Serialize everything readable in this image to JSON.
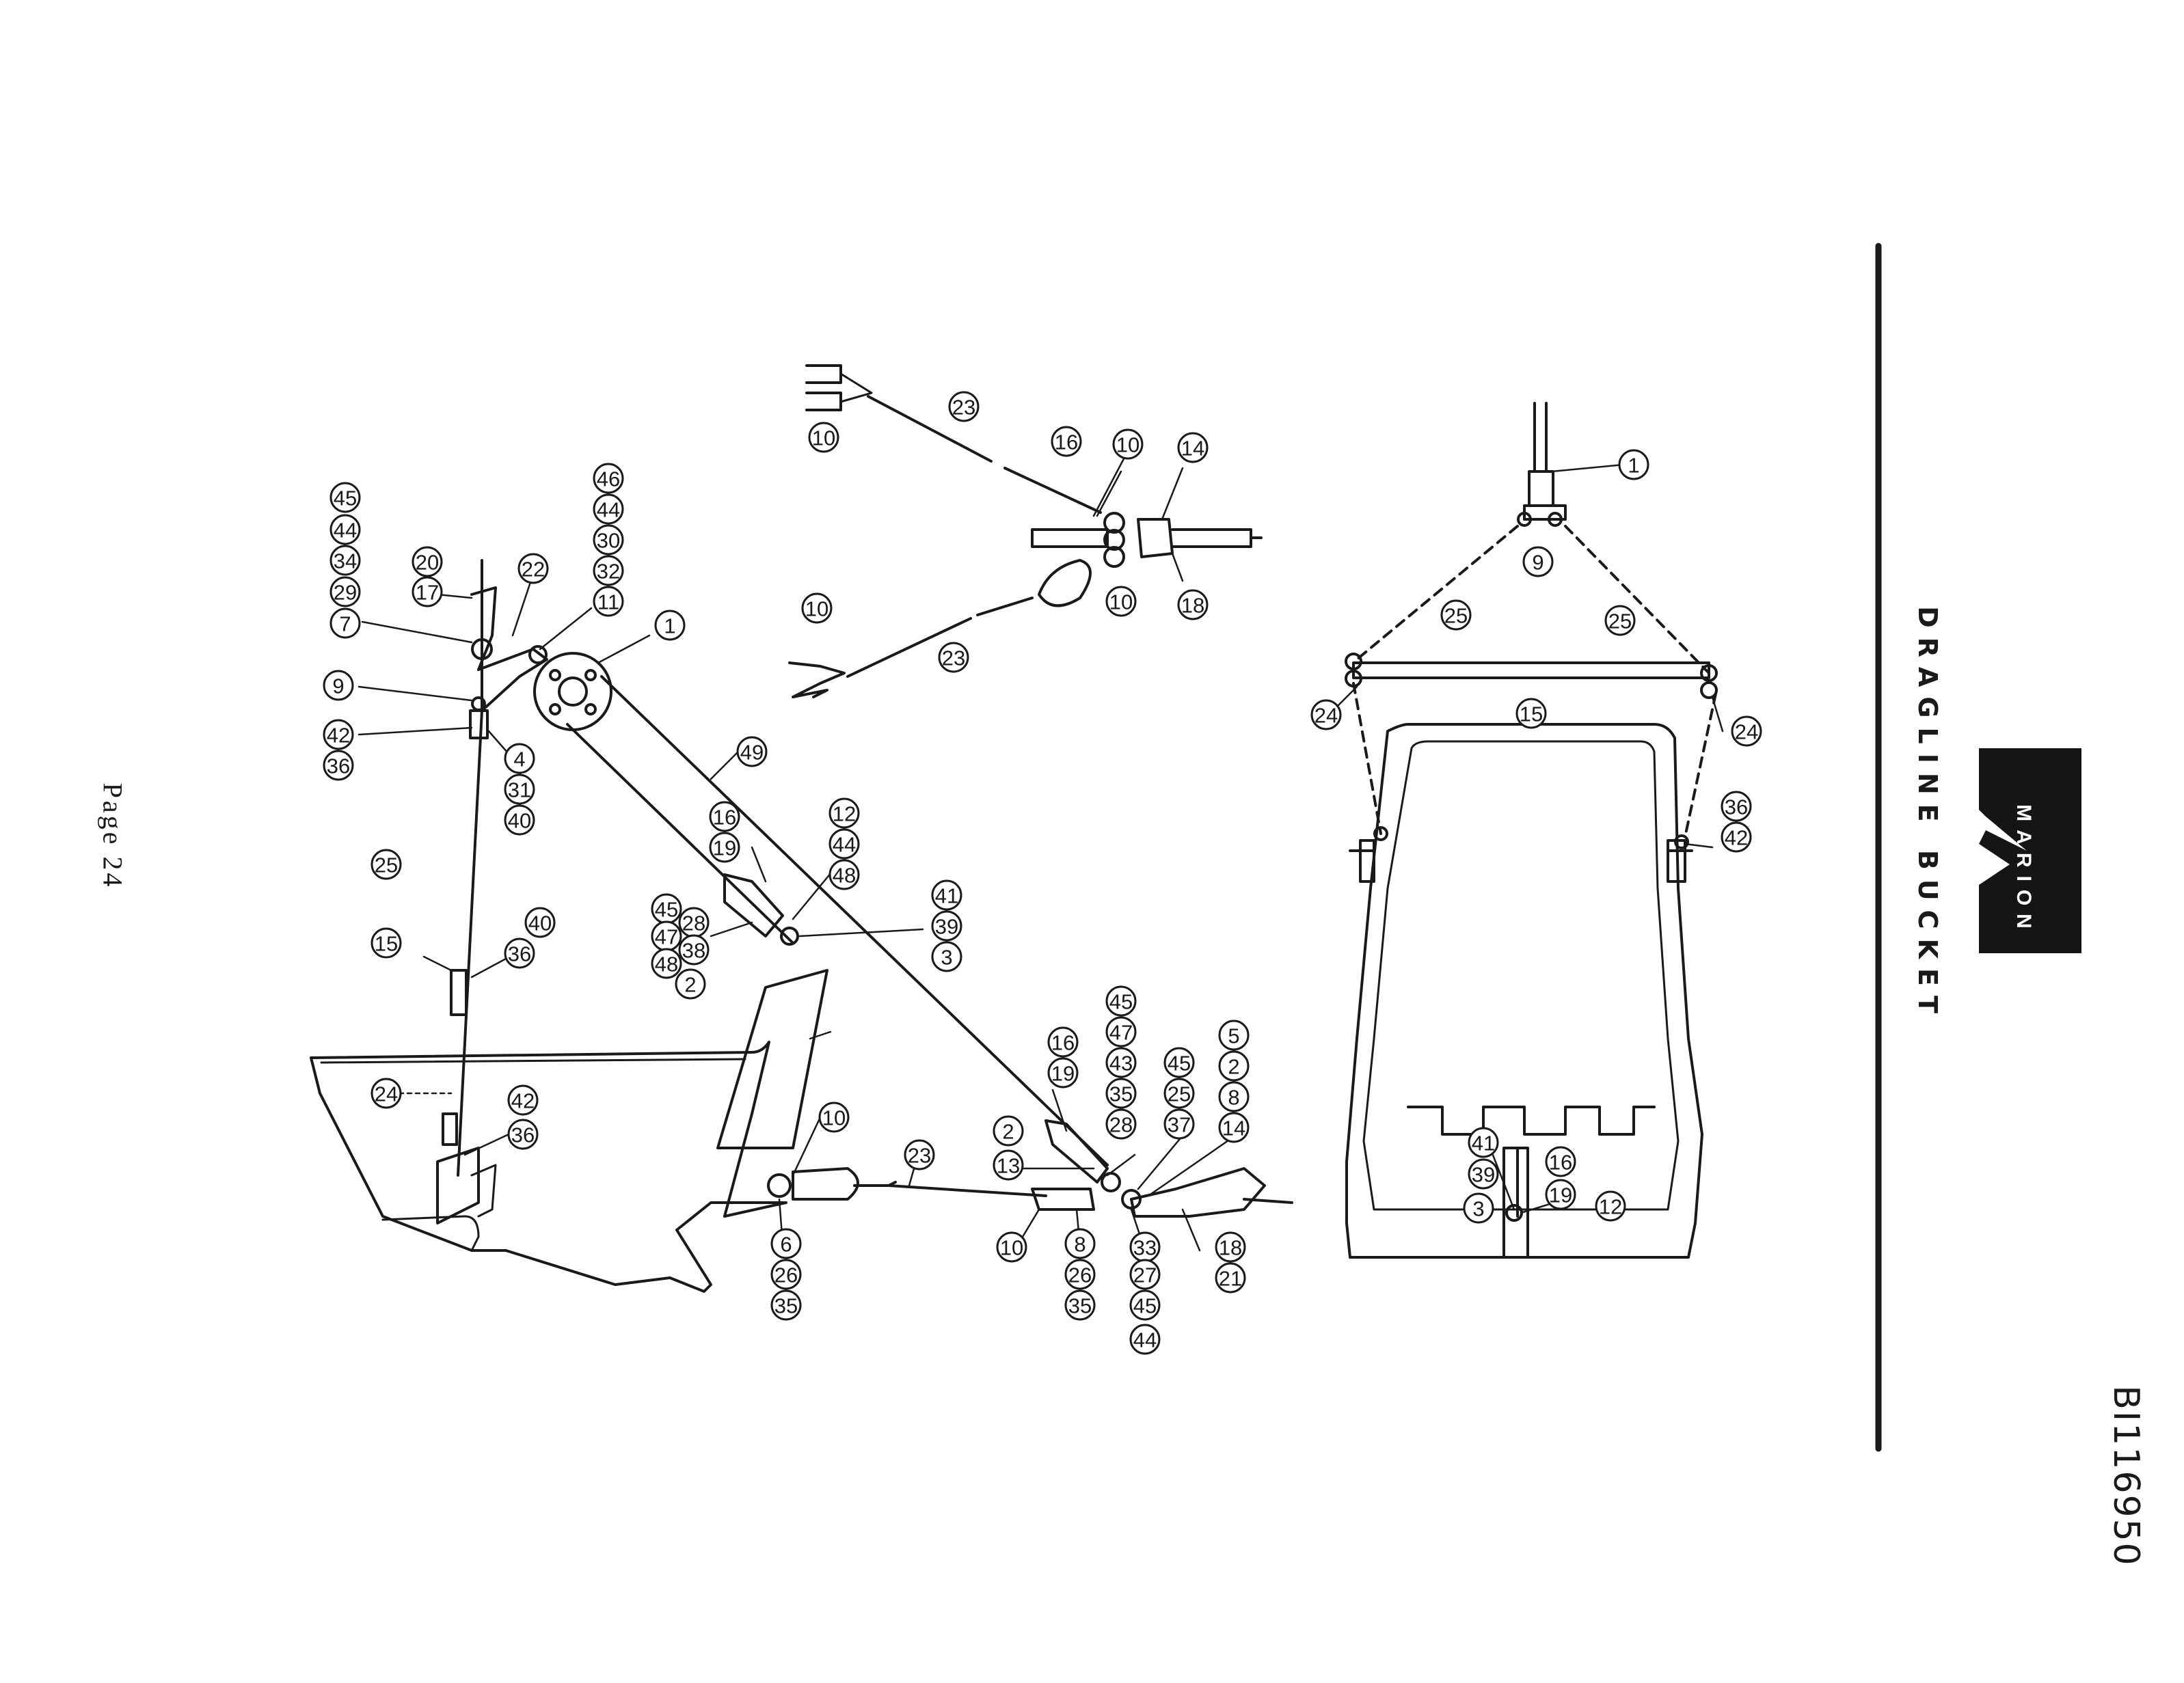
{
  "page_label": "Page 24",
  "title": "DRAGLINE BUCKET",
  "document_number": "BI116950",
  "logo": {
    "text": "MARION"
  },
  "callouts": {
    "bucket_side": [
      "45",
      "44",
      "34",
      "29",
      "7",
      "20",
      "17",
      "22",
      "46",
      "44",
      "30",
      "32",
      "11",
      "1",
      "9",
      "42",
      "36",
      "4",
      "31",
      "40",
      "49",
      "16",
      "19",
      "12",
      "44",
      "48",
      "41",
      "39",
      "3",
      "45",
      "47",
      "28",
      "48",
      "38",
      "2",
      "25",
      "15",
      "40",
      "36",
      "24",
      "42",
      "36",
      "10",
      "6",
      "26",
      "35",
      "23",
      "45",
      "47",
      "43",
      "35",
      "28",
      "16",
      "19",
      "2",
      "13",
      "45",
      "25",
      "37",
      "5",
      "2",
      "8",
      "14",
      "10",
      "8",
      "26",
      "35",
      "33",
      "27",
      "45",
      "44",
      "18",
      "21"
    ],
    "chain_detail": [
      "10",
      "23",
      "16",
      "10",
      "14",
      "10",
      "18",
      "10",
      "23"
    ],
    "bucket_front": [
      "1",
      "9",
      "25",
      "25",
      "15",
      "24",
      "24",
      "36",
      "42",
      "41",
      "39",
      "3",
      "16",
      "19",
      "12"
    ]
  }
}
